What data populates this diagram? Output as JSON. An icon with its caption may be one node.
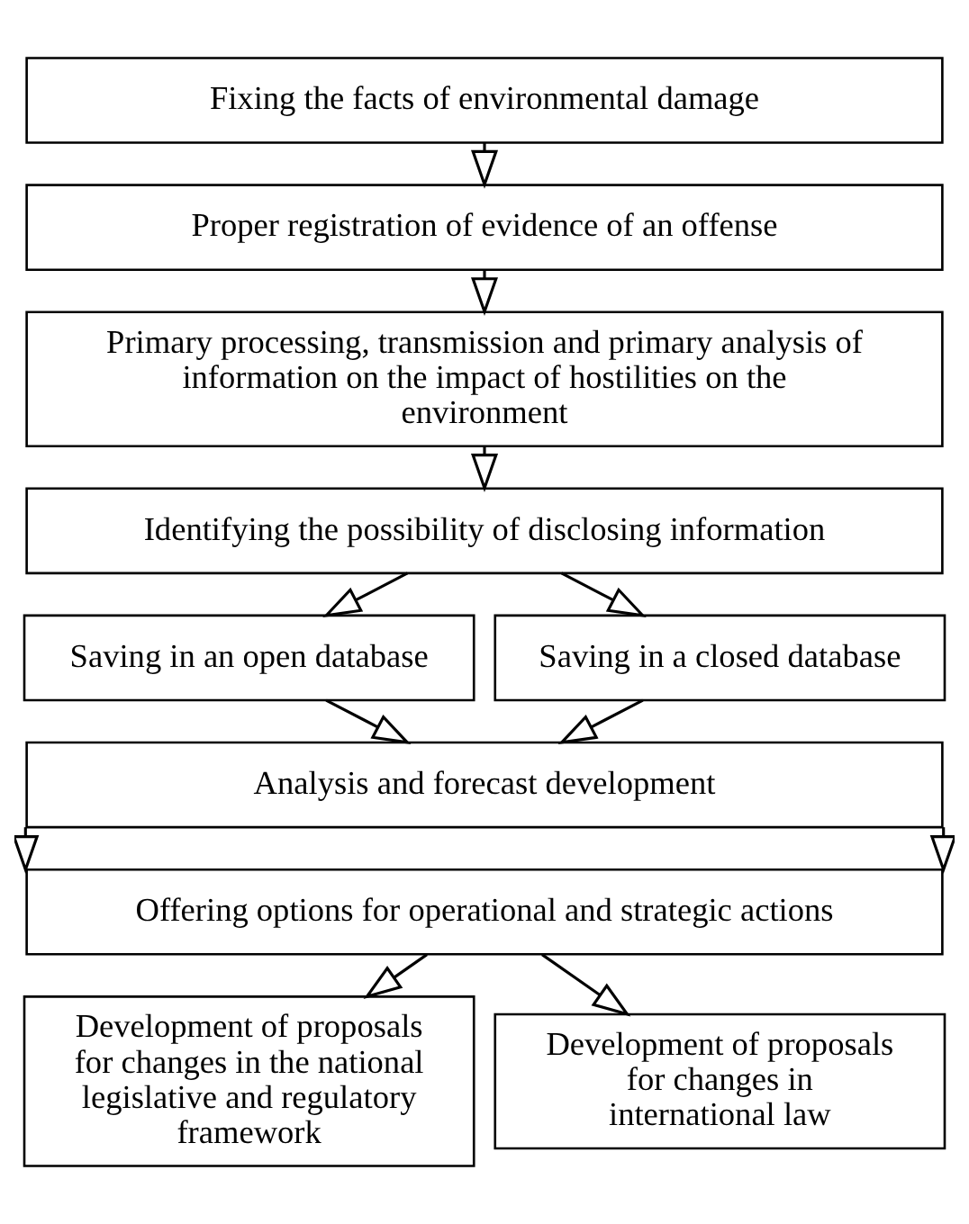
{
  "diagram": {
    "nodes": [
      {
        "text": [
          "Fixing the facts of environmental damage"
        ]
      },
      {
        "text": [
          "Proper registration of evidence of an offense"
        ]
      },
      {
        "text": [
          "Primary processing, transmission and primary analysis of information on the impact of hostilities on the environment"
        ]
      },
      {
        "text": [
          "Identifying the possibility of disclosing information"
        ]
      },
      {
        "text": [
          "Saving in an open database"
        ]
      },
      {
        "text": [
          "Saving in a closed database"
        ]
      },
      {
        "text": [
          "Analysis and forecast development"
        ]
      },
      {
        "text": [
          "Offering options for operational and strategic actions"
        ]
      },
      {
        "text": [
          "Development of proposals for changes in the national legislative and regulatory framework"
        ]
      },
      {
        "text": [
          "Development of proposals for changes in international law"
        ]
      }
    ],
    "edges": [
      {
        "from": 0,
        "to": 1,
        "arrow": "to"
      },
      {
        "from": 1,
        "to": 2,
        "arrow": "to"
      },
      {
        "from": 2,
        "to": 3,
        "arrow": "to"
      },
      {
        "from": 3,
        "to": 4,
        "arrow": "to"
      },
      {
        "from": 3,
        "to": 5,
        "arrow": "to"
      },
      {
        "from": 4,
        "to": 6,
        "arrow": "to"
      },
      {
        "from": 5,
        "to": 6,
        "arrow": "to"
      },
      {
        "from": 6,
        "to": 7,
        "arrow": "to"
      },
      {
        "from": 6,
        "to": 7,
        "arrow": "to"
      },
      {
        "from": 7,
        "to": 8,
        "arrow": "to"
      },
      {
        "from": 7,
        "to": 9,
        "arrow": "to"
      }
    ]
  }
}
